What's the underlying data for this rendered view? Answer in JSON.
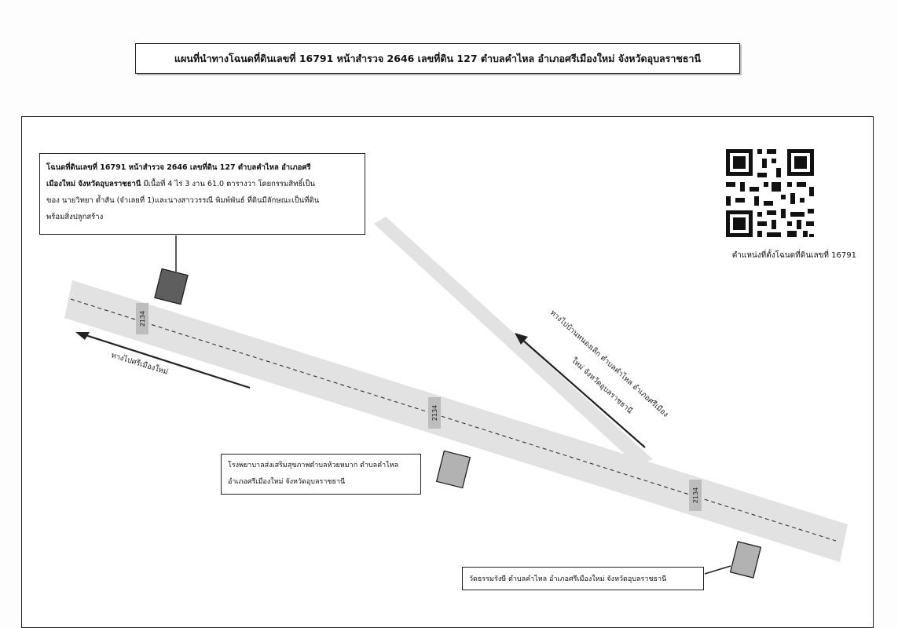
{
  "title": "แผนที่นำทางโฉนดที่ดินเลขที่ 16791 หน้าสำรวจ 2646 เลขที่ดิน 127 ตำบลคำไหล อำเภอศรีเมืองใหม่ จังหวัดอุบลราชธานี",
  "deed_callout": {
    "line1_bold": "โฉนดที่ดินเลขที่ 16791 หน้าสำรวจ 2646 เลขที่ดิน 127 ตำบลคำไหล อำเภอศรี",
    "line2_bold": "เมืองใหม่ จังหวัดอุบลราชธานี",
    "line2_rest": " มีเนื้อที่ 4 ไร่ 3 งาน 61.0 ตารางวา โดยกรรมสิทธิ์เป็น",
    "line3": "ของ นายวิทยา ต้ำสัน (จำเลยที่ 1)และนางสาววรรณี พิมพ์พันธ์ ที่ดินมีลักษณะเป็นที่ดิน",
    "line4": "พร้อมสิ่งปลูกสร้าง"
  },
  "qr_caption": "ตำแหน่งที่ตั้งโฉนดที่ดินเลขที่ 16791",
  "highway_number": "2134",
  "road_labels": {
    "to_sri_mueang_mai": "ทางไปศรีเมืองใหม่",
    "to_nong_lerk_line1": "ทางไปบ้านหนองเลิก ตำบลคำไหล อำเภอศรีเมือง",
    "to_nong_lerk_line2": "ใหม่ จังหวัดอุบลราชธานี"
  },
  "hospital_callout": {
    "line1": "โรงพยาบาลส่งเสริมสุขภาพตำบลห้วยหมาก ตำบลคำไหล",
    "line2": "อำเภอศรีเมืองใหม่ จังหวัดอุบลราชธานี"
  },
  "temple_callout": "วัดธรรมรังษี ตำบลคำไหล อำเภอศรีเมืองใหม่ จังหวัดอุบลราชธานี",
  "colors": {
    "road_fill": "#e2e2e2",
    "deed_marker": "#5e5e5e",
    "landmark_marker": "#b2b2b2",
    "highway_sign": "#bdbdbd"
  }
}
